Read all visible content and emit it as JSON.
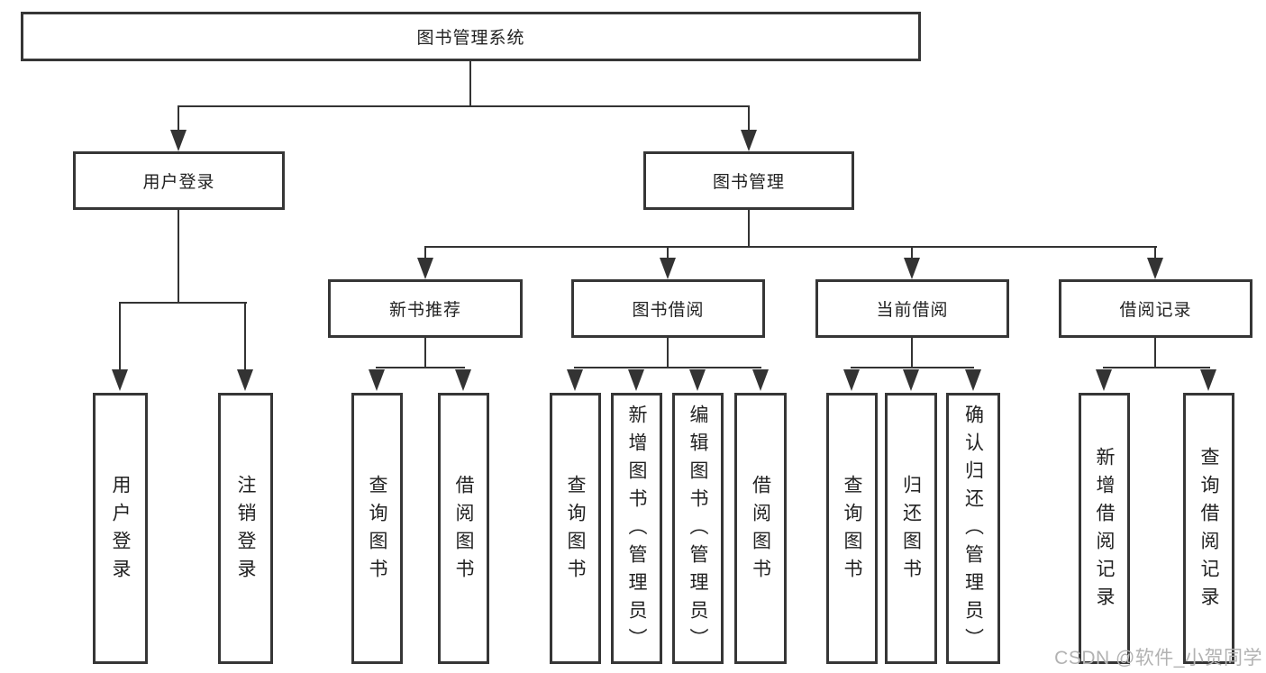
{
  "diagram": {
    "root": {
      "label": "图书管理系统"
    },
    "branches": [
      {
        "label": "用户登录",
        "children": [
          "用户登录",
          "注销登录"
        ]
      },
      {
        "label": "图书管理",
        "sections": [
          {
            "label": "新书推荐",
            "children": [
              "查询图书",
              "借阅图书"
            ]
          },
          {
            "label": "图书借阅",
            "children": [
              "查询图书",
              "新增图书（管理员）",
              "编辑图书（管理员）",
              "借阅图书"
            ]
          },
          {
            "label": "当前借阅",
            "children": [
              "查询图书",
              "归还图书",
              "确认归还（管理员）"
            ]
          },
          {
            "label": "借阅记录",
            "children": [
              "新增借阅记录",
              "查询借阅记录"
            ]
          }
        ]
      }
    ]
  },
  "watermark": {
    "text": "CSDN @软件_小贺同学"
  },
  "colors": {
    "line": "#333333",
    "box_border": "#363636",
    "text": "#222222",
    "watermark": "#b2b2b2",
    "background": "#ffffff"
  }
}
